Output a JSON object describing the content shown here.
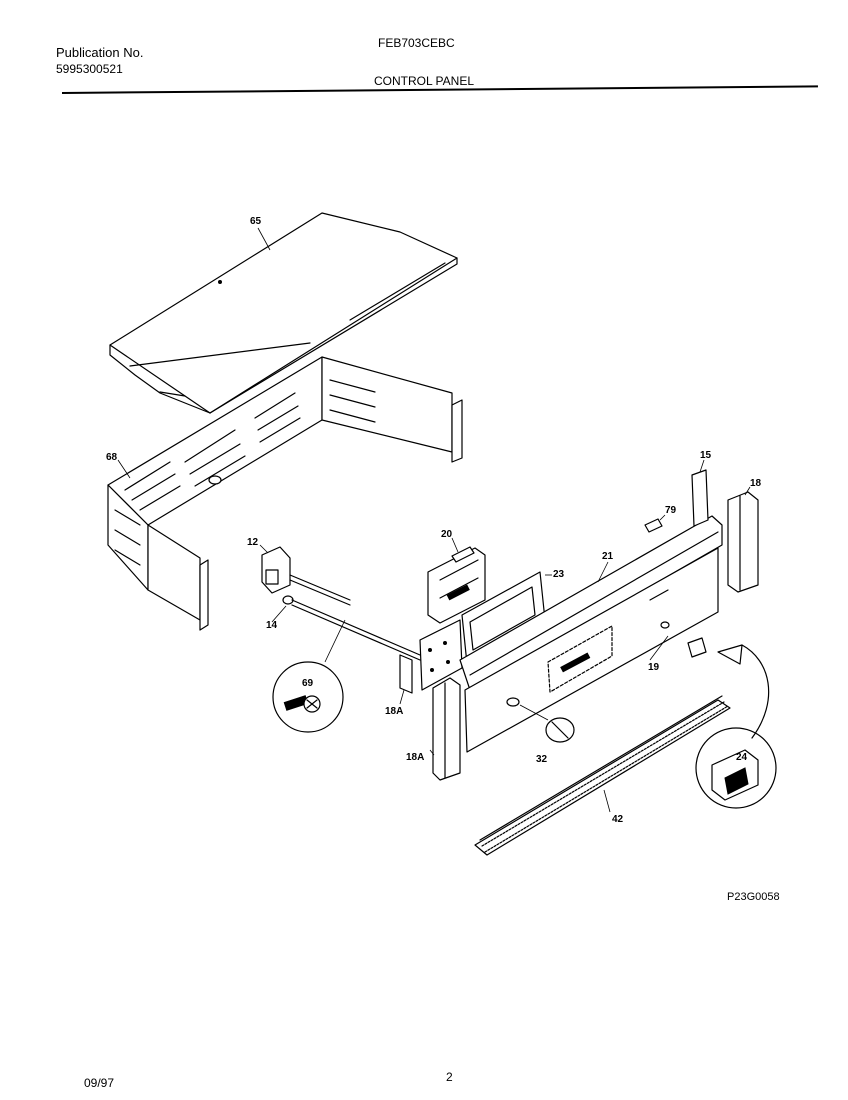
{
  "header": {
    "publication_label": "Publication No.",
    "publication_number": "5995300521",
    "model": "FEB703CEBC",
    "section_title": "CONTROL PANEL"
  },
  "footer": {
    "date": "09/97",
    "page_number": "2",
    "figure_reference": "P23G0058"
  },
  "diagram": {
    "part_labels": {
      "cover_top": "65",
      "manifold_panel": "68",
      "bracket_end_left": "12",
      "screw_14": "14",
      "screw_callout": "69",
      "bracket_18a_upper": "18A",
      "end_cap_left": "18A",
      "clock_timer": "20",
      "bezel": "23",
      "panel_frame": "21",
      "knob": "32",
      "indicator_light": "79",
      "bracket_right": "15",
      "end_cap_right": "18",
      "control_panel_front": "19",
      "trim_strip": "42",
      "rocker_switch": "24"
    }
  }
}
